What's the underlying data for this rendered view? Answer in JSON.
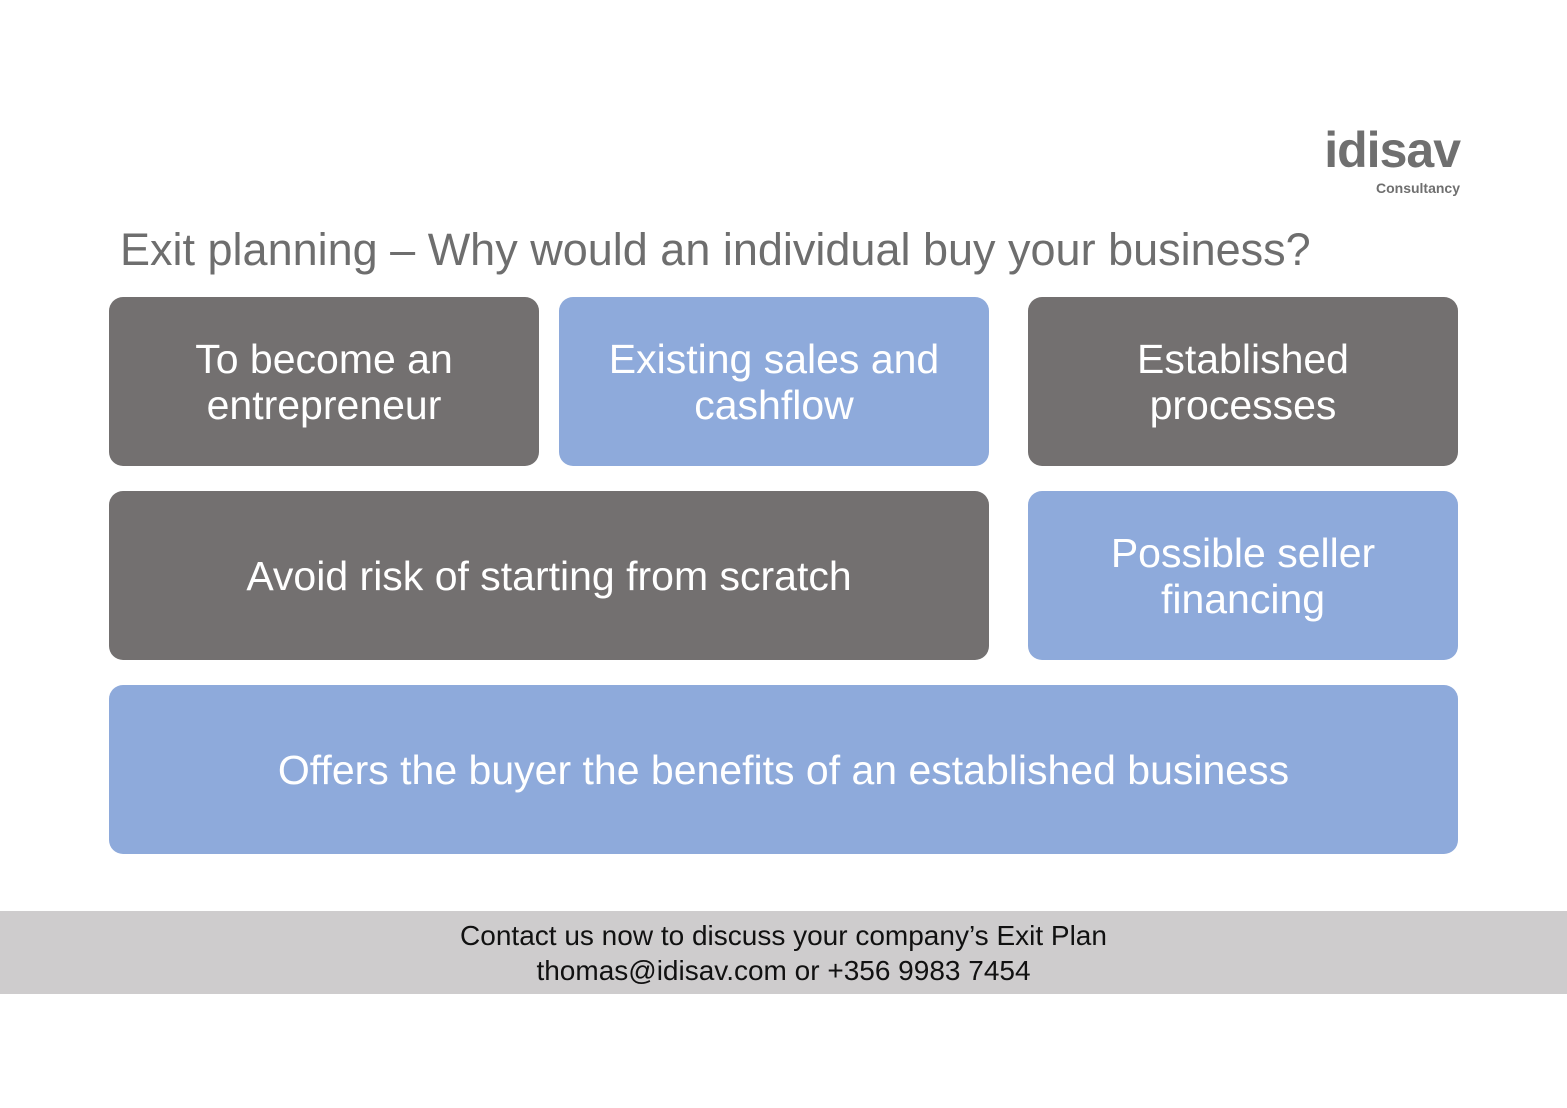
{
  "logo": {
    "name": "idisav",
    "subtitle": "Consultancy"
  },
  "title": "Exit planning – Why would an individual buy your business?",
  "boxes": [
    {
      "text": "To become an entrepreneur",
      "color": "#737070"
    },
    {
      "text": "Existing sales and cashflow",
      "color": "#8eaadb"
    },
    {
      "text": "Established processes",
      "color": "#737070"
    },
    {
      "text": "Avoid risk of starting from scratch",
      "color": "#737070"
    },
    {
      "text": "Possible seller financing",
      "color": "#8eaadb"
    },
    {
      "text": "Offers the buyer the benefits of an established business",
      "color": "#8eaadb"
    }
  ],
  "footer": {
    "line1": "Contact us now to discuss your company’s Exit Plan",
    "line2": "thomas@idisav.com or +356 9983 7454"
  }
}
